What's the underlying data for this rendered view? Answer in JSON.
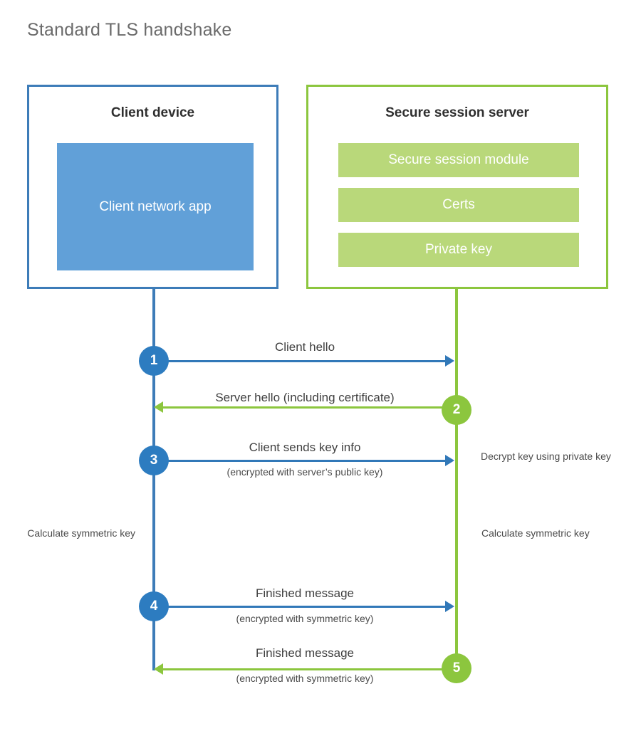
{
  "diagram": {
    "title": "Standard TLS handshake",
    "colors": {
      "client_border": "#3d7cb8",
      "client_fill": "#61a0d8",
      "client_accent": "#2d7cc0",
      "server_border": "#8cc63e",
      "server_fill": "#b9d87a",
      "server_accent": "#8cc63e",
      "title_text": "#6b6b6b",
      "body_text": "#404040",
      "background": "#ffffff"
    }
  },
  "client": {
    "title": "Client device",
    "app_label": "Client network app"
  },
  "server": {
    "title": "Secure session server",
    "blocks": [
      {
        "label": "Secure session module"
      },
      {
        "label": "Certs"
      },
      {
        "label": "Private key"
      }
    ]
  },
  "steps": [
    {
      "number": "1",
      "side": "client",
      "direction": "client-to-server",
      "label": "Client hello",
      "sublabel": ""
    },
    {
      "number": "2",
      "side": "server",
      "direction": "server-to-client",
      "label": "Server hello (including certificate)",
      "sublabel": ""
    },
    {
      "number": "3",
      "side": "client",
      "direction": "client-to-server",
      "label": "Client sends key info",
      "sublabel": "(encrypted with server’s public key)"
    },
    {
      "number": "4",
      "side": "client",
      "direction": "client-to-server",
      "label": "Finished message",
      "sublabel": "(encrypted with symmetric key)"
    },
    {
      "number": "5",
      "side": "server",
      "direction": "server-to-client",
      "label": "Finished message",
      "sublabel": "(encrypted with symmetric key)"
    }
  ],
  "notes": {
    "decrypt": "Decrypt key using private key",
    "calculate_client": "Calculate symmetric key",
    "calculate_server": "Calculate symmetric key"
  }
}
